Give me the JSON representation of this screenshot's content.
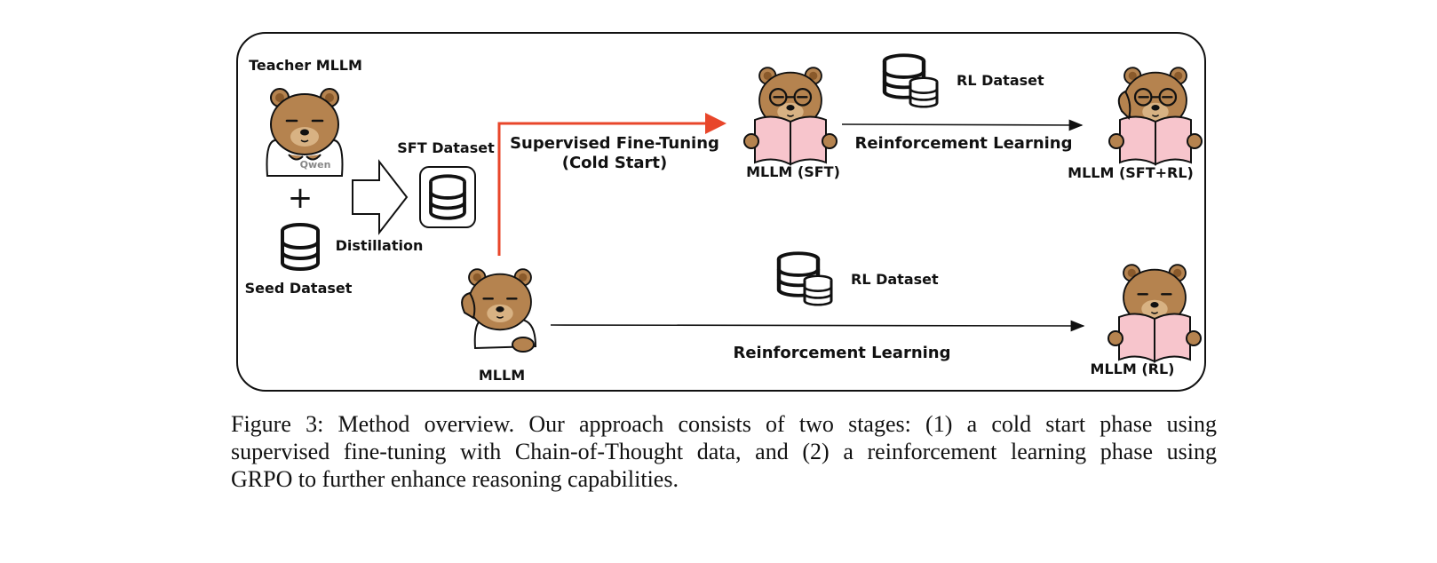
{
  "labels": {
    "teacher": "Teacher MLLM",
    "qwen": "Qwen",
    "plus": "+",
    "seed_dataset": "Seed Dataset",
    "distillation": "Distillation",
    "sft_dataset": "SFT Dataset",
    "sft_stage_line1": "Supervised Fine-Tuning",
    "sft_stage_line2": "(Cold Start)",
    "mllm": "MLLM",
    "mllm_sft": "MLLM (SFT)",
    "rl_dataset_top": "RL Dataset",
    "rl_top": "Reinforcement Learning",
    "mllm_sft_rl": "MLLM (SFT+RL)",
    "rl_dataset_bottom": "RL Dataset",
    "rl_bottom": "Reinforcement Learning",
    "mllm_rl": "MLLM (RL)"
  },
  "caption": {
    "line1": "Figure 3: Method overview. Our approach consists of two stages: (1) a cold start phase using",
    "line2": "supervised fine-tuning with Chain-of-Thought data, and (2) a reinforcement learning phase using",
    "line3": "GRPO to further enhance reasoning capabilities."
  },
  "colors": {
    "bear_fur": "#b5834f",
    "bear_dark": "#8a5a2b",
    "book_pink": "#f7c5cc",
    "sft_arrow": "#e8462a",
    "outline": "#111111"
  }
}
